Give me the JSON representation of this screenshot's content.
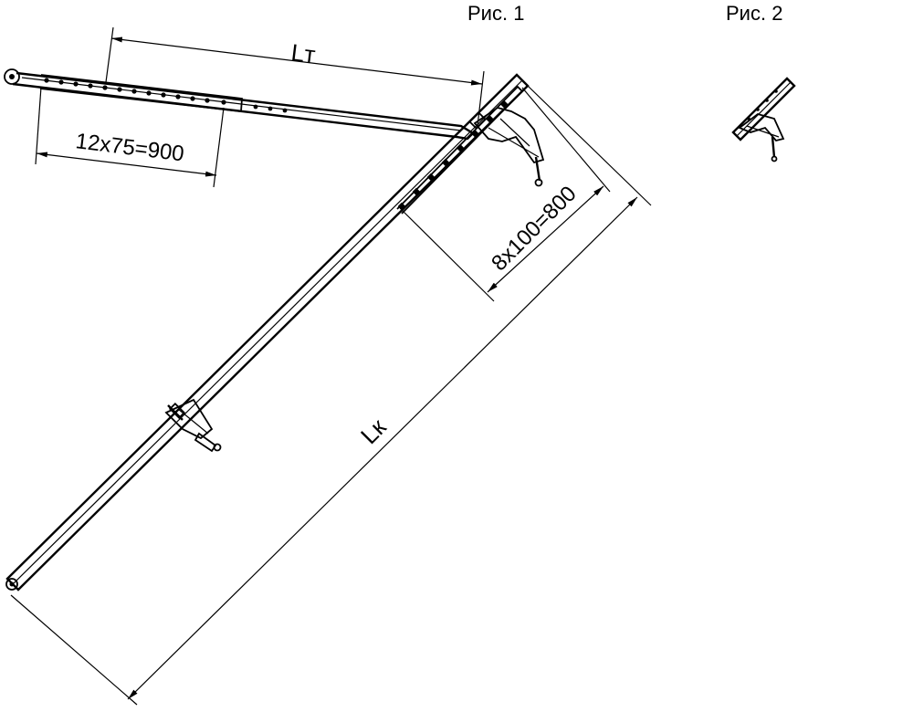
{
  "figures": {
    "fig1_label": "Рис. 1",
    "fig2_label": "Рис. 2"
  },
  "dimensions": {
    "traverse_length_label": "Lт",
    "traverse_hole_pitch": "12x75=900",
    "console_hole_pitch": "8x100=800",
    "console_length_label": "Lк"
  },
  "colors": {
    "ink": "#000000",
    "paper": "#ffffff"
  }
}
